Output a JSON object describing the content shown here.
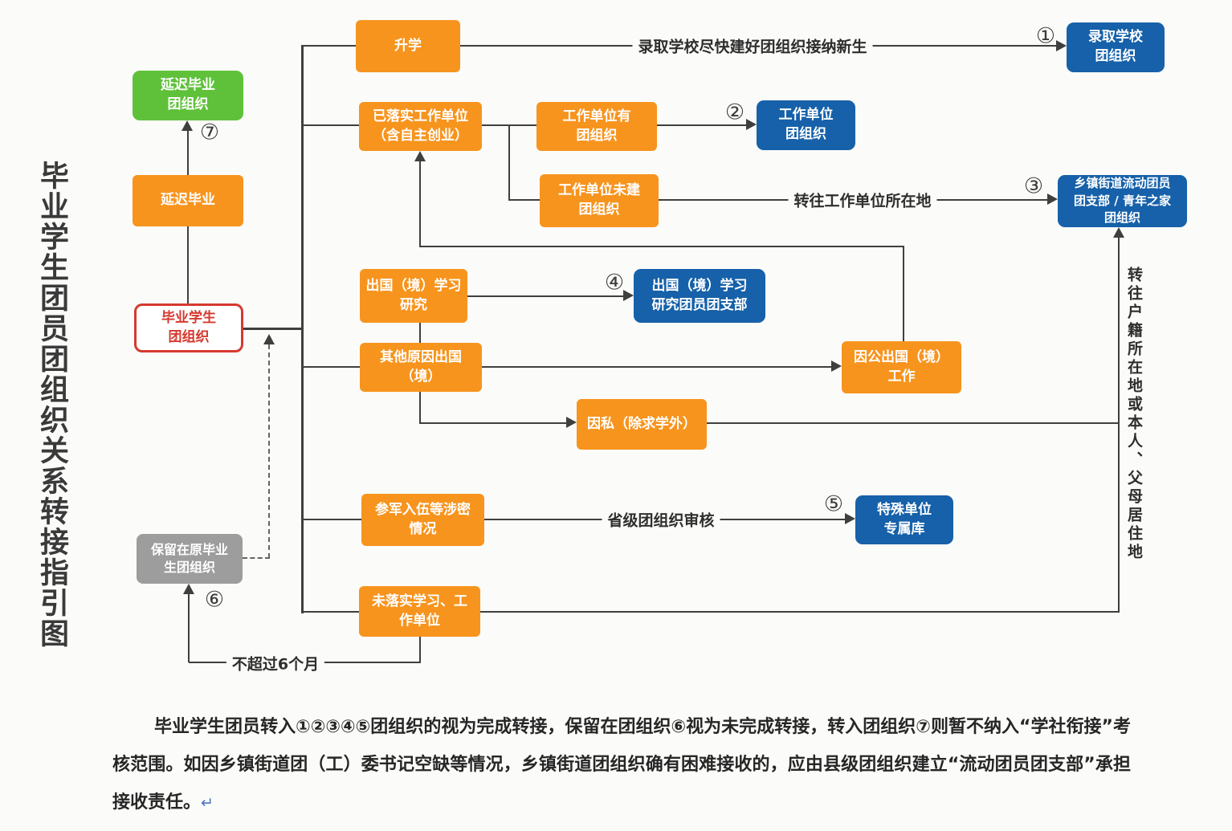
{
  "title": "毕业学生团员团组织关系转接指引图",
  "colors": {
    "orange": "#F7941E",
    "blue": "#1661A9",
    "green": "#5FC13A",
    "gray": "#9D9D9D",
    "red_outline": "#D6392F",
    "line": "#3F3F3F",
    "background": "#FBFBF9",
    "return_mark_blue": "#4A76C4"
  },
  "nodes": {
    "deferred_grad_org": {
      "label": "延迟毕业\n团组织"
    },
    "deferred_grad": {
      "label": "延迟毕业"
    },
    "grad_student_org": {
      "label": "毕业学生\n团组织"
    },
    "retain_org": {
      "label": "保留在原毕业\n生团组织"
    },
    "further_study": {
      "label": "升学"
    },
    "work_secured": {
      "label": "已落实工作单位\n（含自主创业）"
    },
    "work_has_org": {
      "label": "工作单位有\n团组织"
    },
    "work_unit_org": {
      "label": "工作单位\n团组织"
    },
    "work_no_org": {
      "label": "工作单位未建\n团组织"
    },
    "admitted_school_org": {
      "label": "录取学校\n团组织"
    },
    "township_org": {
      "label": "乡镇街道流动团员\n团支部 / 青年之家\n团组织"
    },
    "abroad_study": {
      "label": "出国（境）学习\n研究"
    },
    "abroad_study_org": {
      "label": "出国（境）学习\n研究团员团支部"
    },
    "abroad_other": {
      "label": "其他原因出国\n（境）"
    },
    "abroad_official": {
      "label": "因公出国（境）\n工作"
    },
    "abroad_private": {
      "label": "因私（除求学外）"
    },
    "military": {
      "label": "参军入伍等涉密\n情况"
    },
    "special_db": {
      "label": "特殊单位\n专属库"
    },
    "unsettled": {
      "label": "未落实学习、工\n作单位"
    }
  },
  "badges": {
    "n1": "①",
    "n2": "②",
    "n3": "③",
    "n4": "④",
    "n5": "⑤",
    "n6": "⑥",
    "n7": "⑦"
  },
  "edge_labels": {
    "admission": "录取学校尽快建好团组织接纳新生",
    "to_work_place": "转往工作单位所在地",
    "provincial_review": "省级团组织审核",
    "within_6_months": "不超过6个月",
    "to_household": "转往户籍所在地或本人、父母居住地"
  },
  "footer": {
    "text": "毕业学生团员转入①②③④⑤团组织的视为完成转接，保留在团组织⑥视为未完成转接，转入团组织⑦则暂不纳入“学社衔接”考核范围。如因乡镇街道团（工）委书记空缺等情况，乡镇街道团组织确有困难接收的，应由县级团组织建立“流动团员团支部”承担接收责任。",
    "return_mark": "↵"
  }
}
